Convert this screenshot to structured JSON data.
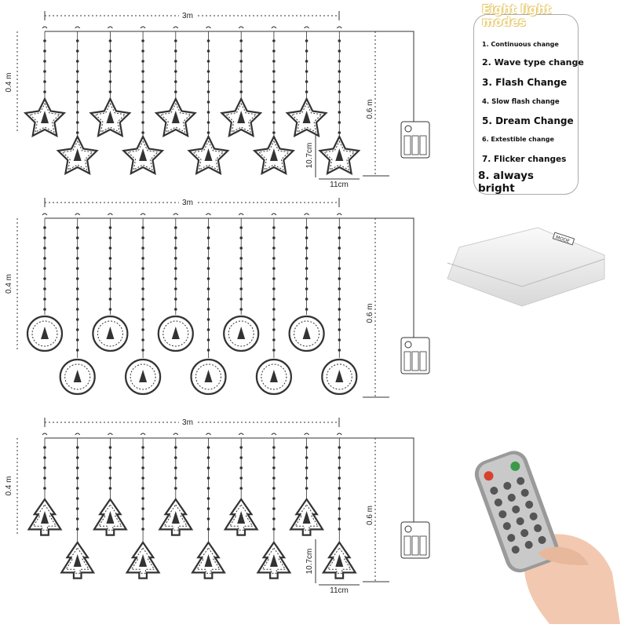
{
  "modes": {
    "title": "Eight light modes",
    "items": [
      "1. Continuous change",
      "2. Wave type change",
      "3. Flash Change",
      "4. Slow flash change",
      "5. Dream Change",
      "6. Extestible change",
      "7. Flicker changes",
      "8. always bright"
    ]
  },
  "panels": [
    {
      "shape": "star",
      "width_label": "3m",
      "short_label": "0.4 m",
      "long_label": "0.6 m",
      "pendant_height": "10.7cm",
      "pendant_width": "11cm"
    },
    {
      "shape": "ring",
      "width_label": "3m",
      "short_label": "0.4 m",
      "long_label": "0.6 m"
    },
    {
      "shape": "tree",
      "width_label": "3m",
      "short_label": "0.4 m",
      "long_label": "0.6 m",
      "pendant_height": "10.7cm",
      "pendant_width": "11cm"
    }
  ],
  "battery_box": {
    "button_label": "MODE",
    "icon": "battery-box-icon"
  },
  "remote": {
    "icon": "remote-control-icon"
  },
  "colors": {
    "line": "#333333",
    "title_outline": "#e6c86a",
    "remote_red": "#d9412f",
    "remote_green": "#3a9a4a"
  }
}
